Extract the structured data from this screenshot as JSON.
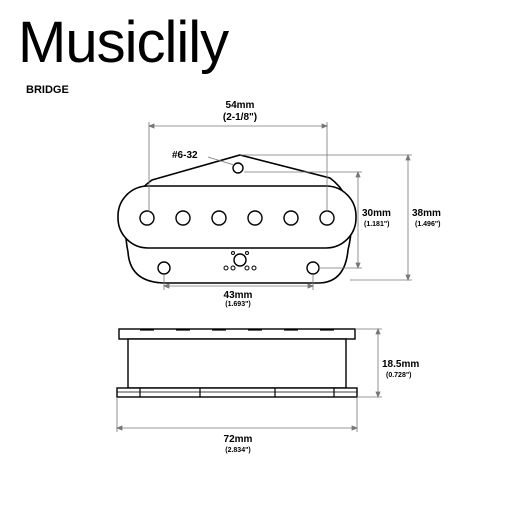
{
  "header": {
    "brand": "Musiclily",
    "subtitle": "BRIDGE"
  },
  "top_view": {
    "screw_label": "#6-32",
    "width_total": {
      "main": "54mm",
      "sub": "(2-1/8\")"
    },
    "height_coil": {
      "main": "30mm",
      "sub": "(1.181\")"
    },
    "height_total": {
      "main": "38mm",
      "sub": "(1.496\")"
    },
    "mount_spacing": {
      "main": "43mm",
      "sub": "(1.693\")"
    }
  },
  "side_view": {
    "height": {
      "main": "18.5mm",
      "sub": "(0.728\")"
    },
    "base_width": {
      "main": "72mm",
      "sub": "(2.834\")"
    }
  }
}
